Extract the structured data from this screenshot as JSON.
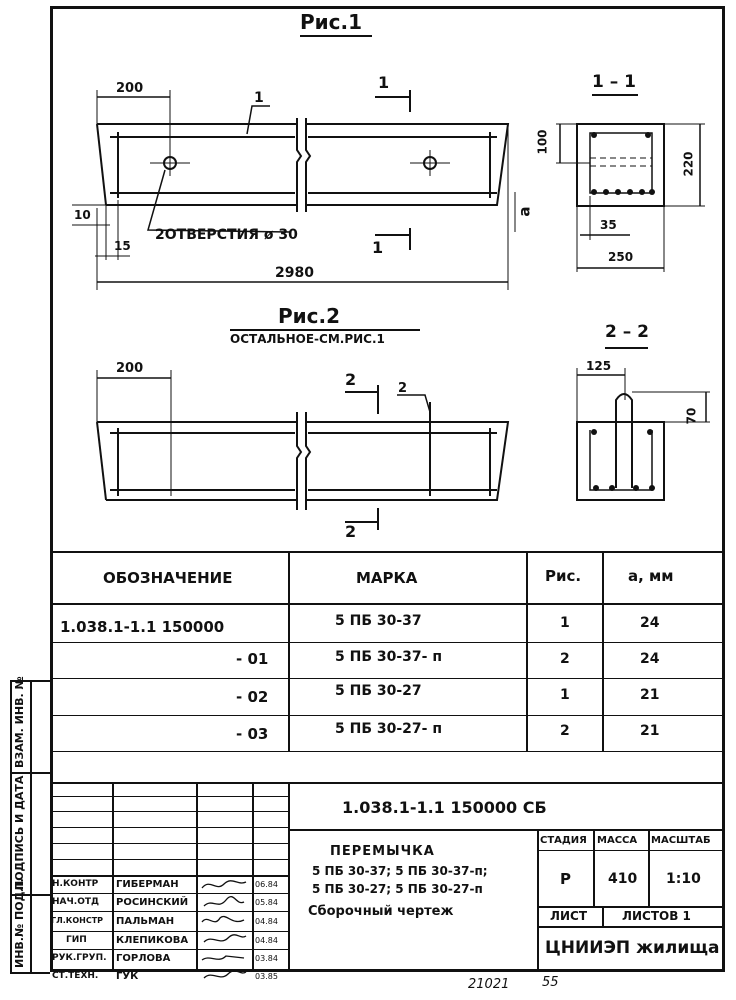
{
  "drawing": {
    "fig1_title": "Рис.1",
    "fig2_title": "Рис.2",
    "fig2_subtitle": "ОСТАЛЬНОЕ-СМ.РИС.1",
    "sec11_title": "1 – 1",
    "sec22_title": "2 – 2",
    "dim_200_a": "200",
    "dim_200_b": "200",
    "dim_2980": "2980",
    "dim_10": "10",
    "dim_15": "15",
    "dim_a": "a",
    "holes_note": "2ОТВЕРСТИЯ ø 30",
    "pos_1": "1",
    "pos_2": "2",
    "cut_1_top": "1",
    "cut_1_bottom": "1",
    "cut_2_top": "2",
    "cut_2_bottom": "2",
    "dim_100": "100",
    "dim_220": "220",
    "dim_35": "35",
    "dim_250": "250",
    "dim_125": "125",
    "dim_70": "70"
  },
  "spec_table": {
    "headers": {
      "designation": "ОБОЗНАЧЕНИЕ",
      "mark": "МАРКА",
      "fig": "Рис.",
      "a": "а, мм"
    },
    "rows": [
      {
        "designation": "1.038.1-1.1  150000",
        "mark": "5 ПБ 30-37",
        "fig": "1",
        "a": "24"
      },
      {
        "designation": "- 01",
        "mark": "5 ПБ 30-37- п",
        "fig": "2",
        "a": "24"
      },
      {
        "designation": "- 02",
        "mark": "5 ПБ 30-27",
        "fig": "1",
        "a": "21"
      },
      {
        "designation": "- 03",
        "mark": "5 ПБ 30-27- п",
        "fig": "2",
        "a": "21"
      }
    ]
  },
  "title_block": {
    "doc_code": "1.038.1-1.1  150000  СБ",
    "name_line1": "ПЕРЕМЫЧКА",
    "name_line2": "5 ПБ 30-37;  5 ПБ 30-37-п;",
    "name_line3": "5 ПБ 30-27;  5 ПБ 30-27-п",
    "name_line4": "Сборочный  чертеж",
    "stage_label": "СТАДИЯ",
    "mass_label": "МАССА",
    "scale_label": "МАСШТАБ",
    "stage_value": "Р",
    "mass_value": "410",
    "scale_value": "1:10",
    "sheet_label": "ЛИСТ",
    "sheets_label": "ЛИСТОВ 1",
    "org": "ЦНИИЭП жилища",
    "people": [
      {
        "role": "Н.КОНТР",
        "name": "ГИБЕРМАН",
        "date": "06.84"
      },
      {
        "role": "НАЧ.ОТД",
        "name": "РОСИНСКИЙ",
        "date": "05.84"
      },
      {
        "role": "ГЛ.КОНСТР",
        "name": "ПАЛЬМАН",
        "date": "04.84"
      },
      {
        "role": "ГИП",
        "name": "КЛЕПИКОВА",
        "date": "04.84"
      },
      {
        "role": "РУК.ГРУП.",
        "name": "ГОРЛОВА",
        "date": "03.84"
      },
      {
        "role": "СТ.ТЕХН.",
        "name": "ГУК",
        "date": "03.85"
      }
    ]
  },
  "side_stamp": {
    "inv_orig": "ИНВ.№ ПОДЛ.",
    "sign_date": "ПОДПИСЬ И ДАТА",
    "replace_inv": "ВЗАМ. ИНВ. №"
  },
  "footer": {
    "number": "21021",
    "page": "55"
  }
}
